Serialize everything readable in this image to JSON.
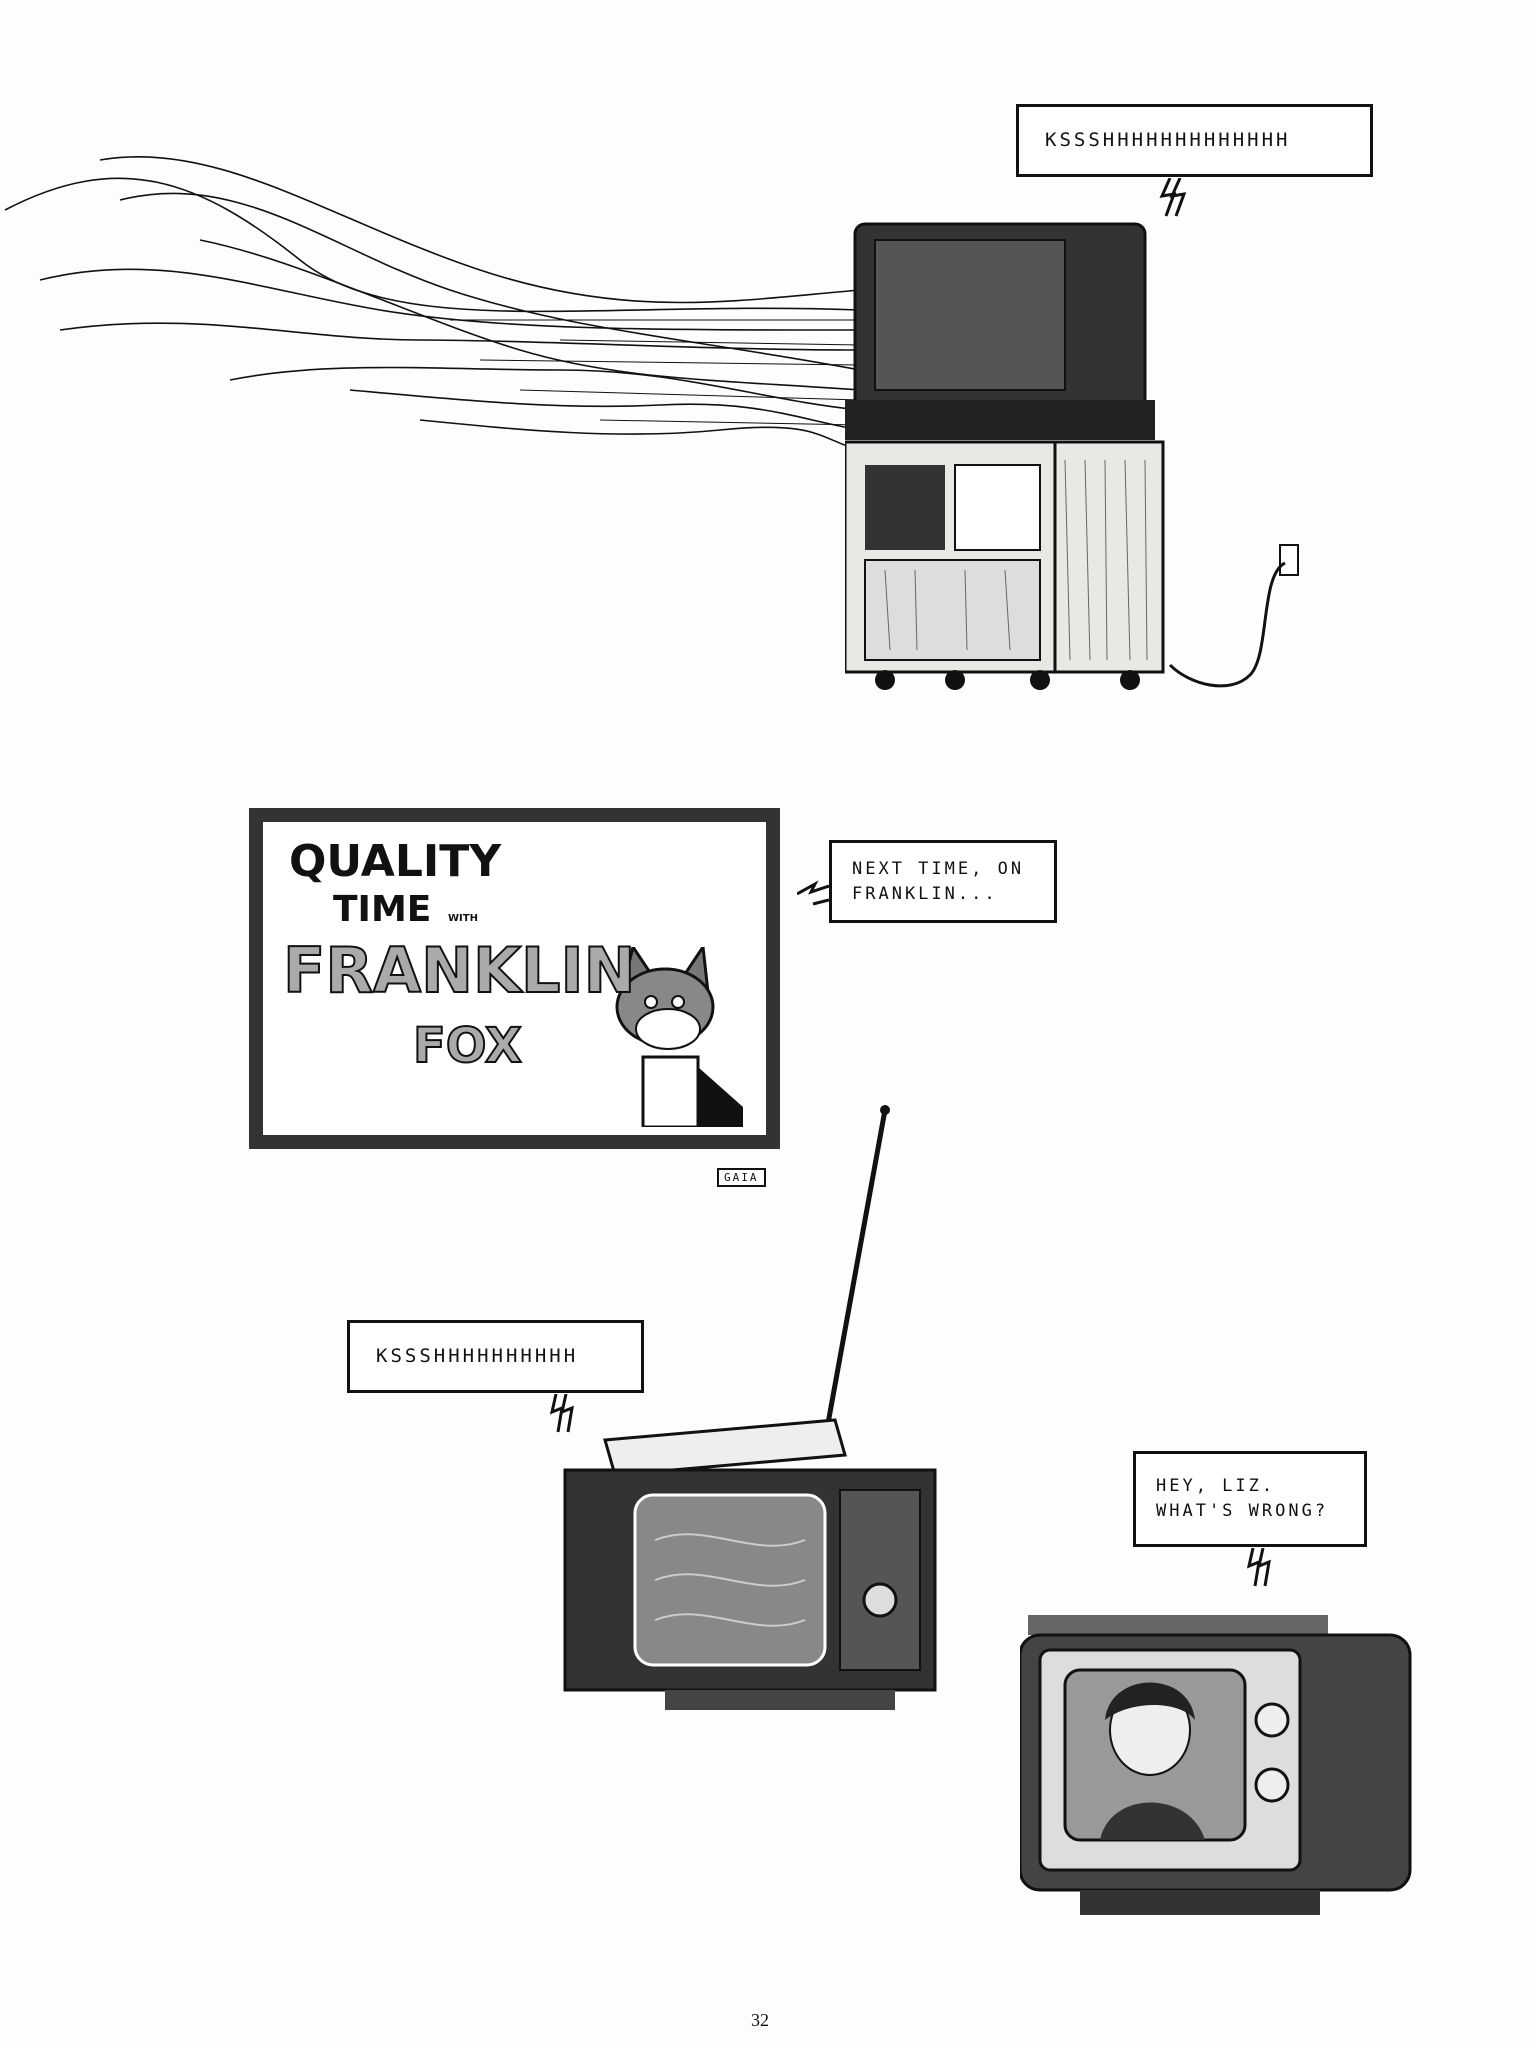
{
  "panels": {
    "static_tv_bubble": {
      "text": "KSSSHHHHHHHHHHHHH"
    },
    "franklin_bubble": {
      "text": "NEXT TIME, ON FRANKLIN..."
    },
    "franklin_screen": {
      "title_line1": "QUALITY",
      "title_line2": "TIME",
      "title_with": "WITH",
      "title_name": "FRANKLIN",
      "title_fox": "FOX",
      "tag": "GAIA"
    },
    "portable_tv_bubble": {
      "text": "KSSSHHHHHHHHHH"
    },
    "liz_bubble": {
      "text": "HEY, LIZ. WHAT'S WRONG?"
    }
  },
  "page_number": "32"
}
